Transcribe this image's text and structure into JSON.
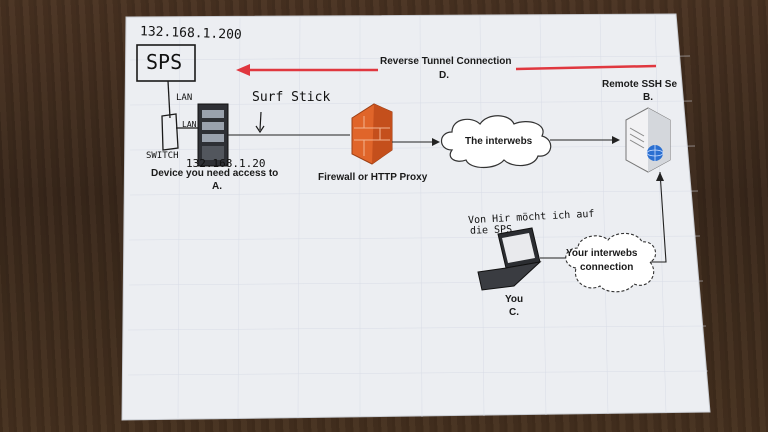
{
  "diagram": {
    "tunnel_label": "Reverse Tunnel Connection",
    "tunnel_letter": "D.",
    "remote_label": "Remote SSH Se",
    "remote_letter": "B.",
    "interwebs_label": "The interwebs",
    "firewall_label": "Firewall or HTTP Proxy",
    "device_label": "Device you need access to",
    "device_letter": "A.",
    "your_conn_line1": "Your interwebs",
    "your_conn_line2": "connection",
    "you_label": "You",
    "you_letter": "C."
  },
  "handwriting": {
    "sps_ip": "132.168.1.200",
    "sps_box": "SPS",
    "lan_top": "LAN",
    "lan_side": "LAN",
    "switch": "SWITCH",
    "device_ip": "132.168.1.20",
    "surf_stick": "Surf Stick",
    "note_line1": "Von Hir möcht ich auf",
    "note_line2": "die SPS"
  },
  "colors": {
    "tunnel_arrow": "#e0373f",
    "firewall": "#e0652a",
    "paper": "#eceef2"
  }
}
